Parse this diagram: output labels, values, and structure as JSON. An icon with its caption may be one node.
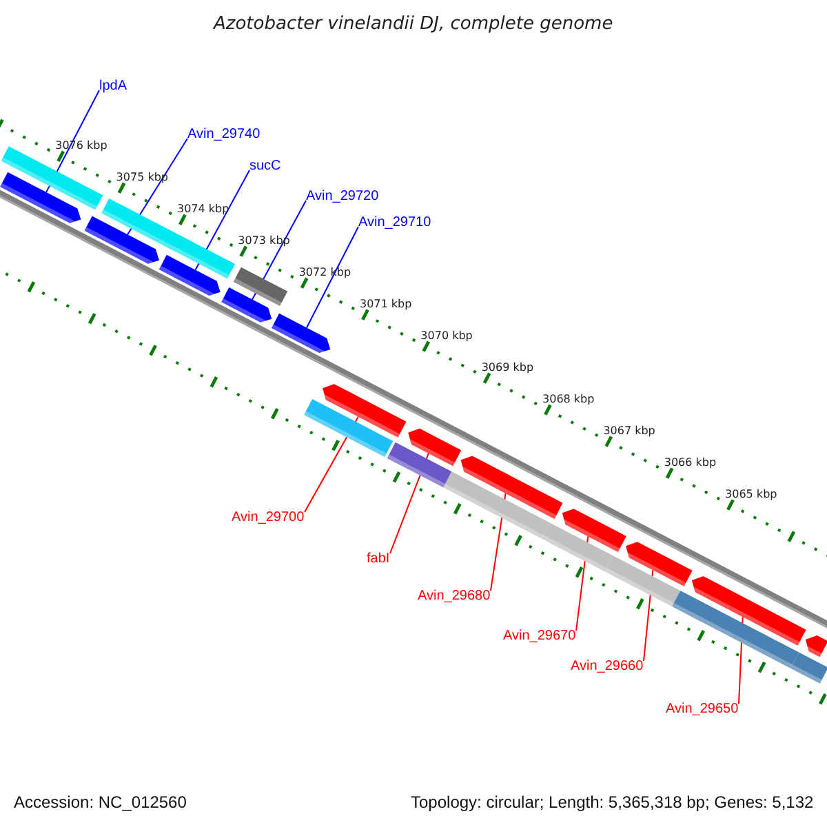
{
  "diagram": {
    "title": "Azotobacter vinelandii DJ, complete genome",
    "nodes": [
      {
        "text": [
          "lpdA"
        ]
      },
      {
        "text": [
          "Avin_29740"
        ]
      },
      {
        "text": [
          "sucC"
        ]
      },
      {
        "text": [
          "Avin_29720"
        ]
      },
      {
        "text": [
          "Avin_29710"
        ]
      },
      {
        "text": [
          "Avin_29700"
        ]
      },
      {
        "text": [
          "fabI"
        ]
      },
      {
        "text": [
          "Avin_29680"
        ]
      },
      {
        "text": [
          "Avin_29670"
        ]
      },
      {
        "text": [
          "Avin_29660"
        ]
      },
      {
        "text": [
          "Avin_29650"
        ]
      },
      {
        "text": [],
        "shape": "bar"
      },
      {
        "text": [],
        "shape": "bar"
      },
      {
        "text": [],
        "shape": "bar"
      },
      {
        "text": [],
        "shape": "bar"
      },
      {
        "text": [],
        "shape": "bar"
      },
      {
        "text": [],
        "shape": "bar"
      },
      {
        "text": [],
        "shape": "bar"
      },
      {
        "text": [],
        "shape": "bar"
      },
      {
        "text": [],
        "shape": "bar"
      },
      {
        "text": [],
        "shape": "bar"
      },
      {
        "text": [],
        "shape": "bar"
      },
      {
        "text": [],
        "shape": "bar"
      },
      {
        "text": [],
        "shape": "bar"
      },
      {
        "text": [],
        "shape": "bar"
      },
      {
        "text": [],
        "shape": "bar"
      },
      {
        "text": [],
        "shape": "bar"
      },
      {
        "text": [],
        "shape": "bar"
      },
      {
        "text": [],
        "shape": "bar"
      },
      {
        "text": [],
        "shape": "bar"
      },
      {
        "text": [],
        "shape": "bar"
      },
      {
        "text": [],
        "shape": "bar"
      },
      {
        "text": [],
        "shape": "bar"
      }
    ],
    "edges": [
      {
        "from": 0,
        "to": 14,
        "arrow": "none",
        "color": "#0000ff"
      },
      {
        "from": 1,
        "to": 15,
        "arrow": "none",
        "color": "#0000ff"
      },
      {
        "from": 2,
        "to": 16,
        "arrow": "none",
        "color": "#0000ff"
      },
      {
        "from": 3,
        "to": 17,
        "arrow": "none",
        "color": "#0000ff"
      },
      {
        "from": 4,
        "to": 18,
        "arrow": "none",
        "color": "#0000ff"
      },
      {
        "from": 5,
        "to": 19,
        "arrow": "none"
      },
      {
        "from": 6,
        "to": 20,
        "arrow": "none"
      },
      {
        "from": 7,
        "to": 21,
        "arrow": "none"
      },
      {
        "from": 8,
        "to": 22,
        "arrow": "none"
      },
      {
        "from": 9,
        "to": 23,
        "arrow": "none"
      },
      {
        "from": 10,
        "to": 24,
        "arrow": "none"
      }
    ],
    "labels": [
      "3076 kbp",
      "3075 kbp",
      "3074 kbp",
      "3073 kbp",
      "3072 kbp",
      "3071 kbp",
      "3070 kbp",
      "3069 kbp",
      "3068 kbp",
      "3067 kbp",
      "3066 kbp",
      "3065 kbp",
      "Accession: NC_012560",
      "Topology: circular; Length: 5,365,318 bp; Genes: 5,132"
    ]
  }
}
